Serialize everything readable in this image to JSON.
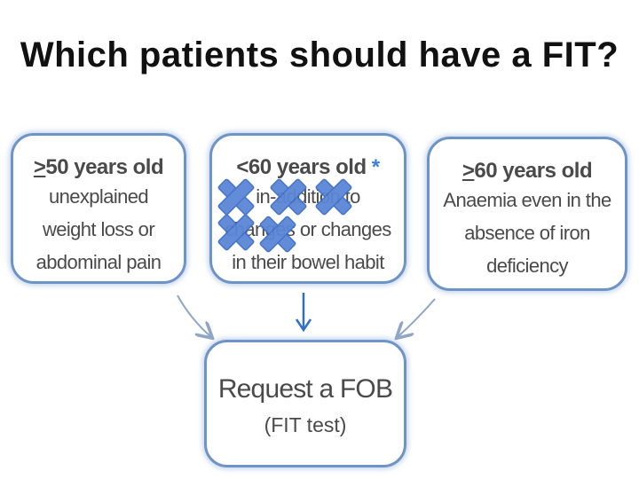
{
  "title": "Which patients should have a FIT?",
  "boxes": {
    "left": {
      "head_prefix": ">",
      "head_rest": "50 years old",
      "lines": [
        "unexplained",
        "weight loss or",
        "abdominal pain"
      ]
    },
    "middle": {
      "head": "<60 years old",
      "star": "*",
      "lines": [
        "in-addition to",
        "changes or changes",
        "in their bowel habit"
      ]
    },
    "right": {
      "head_prefix": ">",
      "head_rest": "60 years old",
      "lines": [
        "Anaemia even in the",
        "absence of iron",
        "deficiency"
      ]
    },
    "bottom": {
      "main": "Request a FOB",
      "sub": "(FIT test)"
    }
  },
  "colors": {
    "box_border": "#6e93c6",
    "arrow": "#8fa6c6",
    "center_arrow": "#2f6fc4",
    "x_marks": "#5b86d6"
  }
}
